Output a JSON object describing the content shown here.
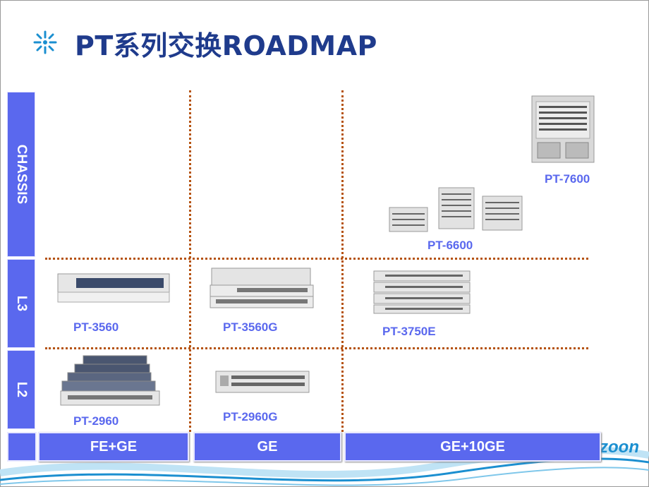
{
  "title": "PT系列交换ROADMAP",
  "rows": [
    "CHASSIS",
    "L3",
    "L2"
  ],
  "columns": [
    "FE+GE",
    "GE",
    "GE+10GE"
  ],
  "products": {
    "pt7600": "PT-7600",
    "pt6600": "PT-6600",
    "pt3560": "PT-3560",
    "pt3560g": "PT-3560G",
    "pt3750e": "PT-3750E",
    "pt2960": "PT-2960",
    "pt2960g": "PT-2960G"
  },
  "brand_fragment": "zoon",
  "colors": {
    "title": "#1f3b8c",
    "label_bg": "#5a68ee",
    "grid_line": "#b5520e",
    "wave": "#1b8fd0"
  }
}
